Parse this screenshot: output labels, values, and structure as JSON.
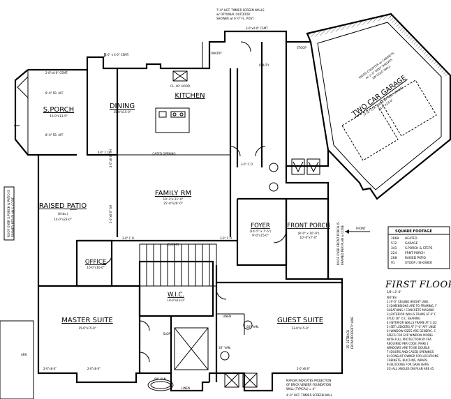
{
  "rooms": {
    "kitchen": {
      "name": "KITCHEN"
    },
    "dining": {
      "name": "DINING",
      "dim": "15-0\"x15-0\""
    },
    "family": {
      "name": "FAMILY RM",
      "dim": "19'-3\"x 21'-0\"",
      "dim2": "25'-0\"x26'-0\""
    },
    "sporch": {
      "name": "S.PORCH",
      "dim": "15-0\"x13-5\""
    },
    "patio": {
      "name": "RAISED PATIO",
      "dim": "(4 Ibs.)",
      "dim2": "14-0\"x23-0\""
    },
    "garage": {
      "name": "TWO CAR GARAGE",
      "dim": "(7'-0\" CLR. AREA OF MID. SPACE)",
      "dim2": "23-0\"x23-0\""
    },
    "foyer": {
      "name": "FOYER",
      "dim": "(10'-5\" x 7'-5\")",
      "dim2": "9'-0\"x15-0\""
    },
    "front_porch": {
      "name": "FRONT PORCH",
      "dim": "(8'-0\" x 10'-0\")",
      "dim2": "10'-0\"x7'-0\""
    },
    "office": {
      "name": "OFFICE",
      "dim": "10-0\"x10-0\""
    },
    "wic": {
      "name": "W.I.C.",
      "dim": "10-0\"x13-0\""
    },
    "master": {
      "name": "MASTER SUITE",
      "dim": "15-0\"x15-0\""
    },
    "guest": {
      "name": "GUEST SUITE",
      "dim": "13-0\"x15-0\""
    },
    "pantry": {
      "name": "PANTRY"
    },
    "utility": {
      "name": "UTILITY"
    },
    "linen": {
      "name": "LINEN"
    },
    "linen2": {
      "name": "LINEN"
    },
    "slope": {
      "name": "SLOPE"
    },
    "stoop": {
      "name": "STOOP"
    }
  },
  "labels": {
    "range": "CL. 4O' HOOD",
    "timber_top": "7'-0\" HGT. TIMBER SCREEN WALLS",
    "timber_top2": "w/ OPTIONAL OUTDOOR",
    "timber_top3": "SHOWER w/ 6'-0\" FL. POST",
    "timber_bottom": "4'-0\" HGT. TIMBER SCREEN WALL",
    "brick_note": "MARGIN INDICATES PROJECTION",
    "brick_note2": "OF BRICK VENEER FOUNDATION",
    "brick_note3": "WALL (TYPICAL) = 4\"",
    "cased_opening": "CASED OPENING",
    "built_in": "BUILT-IN",
    "vanity": "80\" VAN.",
    "vanity2": "30\" VAN.",
    "vanity3": "60\" VAN.",
    "front_arrow": "FRONT",
    "garage_note": "WOOD COUNTER w/ CABINETS",
    "garage_note2": "w/ 1'-0\" DEEP SHELVES",
    "garage_note3": "ON COLD WALL"
  },
  "side_notes": {
    "left": "ROOF OVER S.PORCH & PATIO IS",
    "left2": "FRAMED PER PLAN & CODE",
    "mid": "ROOF OVER FRONT PORCH IS",
    "mid2": "FRAMED PER PLAN & CODE",
    "right": "15' SETBACK",
    "right2": "FROM PROPERTY LINE"
  },
  "dimensions": {
    "top_kitchen": "3-0\" x 4-0\" CSMT.",
    "top_garage": "3-0\"x4-0\" CSMT.",
    "dining_win": "2-0\"x4-0\" CSMT.",
    "porch_top": "8'-0\" FB. AFF",
    "porch_low": "8'-0\" FB. AFF",
    "fam_left": "2-0\"x6-0\" SH",
    "fam_left2": "2-0\"x6-0\" SH",
    "master_b1": "2-0\"x6-0\"",
    "master_b2": "2-0\"x6-0\"",
    "guest_b1": "2-0\"x6-0\"",
    "co1": "3-0\" C.O.",
    "co2": "3-0\" C.O.",
    "co3": "3-0\" C.O.",
    "co4": "4-0\" C.O."
  },
  "sqft_table": {
    "title": "SQUARE FOOTAGE",
    "rows": [
      {
        "value": "2868",
        "label": "HEATED"
      },
      {
        "value": "512",
        "label": "GARAGE"
      },
      {
        "value": "341",
        "label": "S.PORCH & STEPS"
      },
      {
        "value": "224",
        "label": "FRNT PORCH"
      },
      {
        "value": "288",
        "label": "RAISED PATIO"
      },
      {
        "value": "91",
        "label": "STOOP / SHOWER"
      }
    ]
  },
  "notes": {
    "title": "FIRST FLOOR PLAN",
    "scale": "1/8\"=1'-0\"",
    "heading": "NOTES:",
    "items": [
      "1) 9'-0\" CEILING HEIGHT UNO.",
      "2) DIMENSIONS ARE TO FRAMING, F",
      "   SHEATHING / CONCRETE MASONR",
      "3) EXTERIOR WALLS FRAME AT 6\" F",
      "   STUD 16\" O.C. BEARING",
      "4) INTERIOR WALLS FRAME AT 3 1/2",
      "5) SET LEDGERS AT 7'-0\" AFF UNLE",
      "6) WINDOW SIZES ARE GENERIC. C",
      "   SPECS FOR EXP WINDOW MODEL",
      "   WITH FULL PROTECTION BY FRA",
      "   REQUIRED PER CODE. MAKE J",
      "   WINDOWS ARE TO BE DOUBLE",
      "7) DOORS AND CASED OPENINGS",
      "8) CONSULT OWNER FOR LOCATIONS",
      "   CABINETS, BUILT-INS, WRAPS",
      "9) BLOCKING FOR GRAB BARS",
      "10) ALL ANGLES ON PLAN ARE 45"
    ]
  },
  "left_box": {
    "text": "ARR."
  }
}
